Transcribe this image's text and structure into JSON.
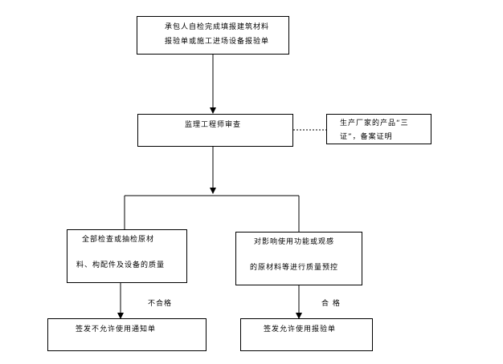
{
  "nodes": {
    "top": {
      "line1": "承包人自检完成填报建筑材料",
      "line2": "报验单或施工进场设备报验单"
    },
    "review": {
      "text": "监理工程师审查"
    },
    "side_note": {
      "line1": "生产厂家的产品“三",
      "line2": "证”，备案证明"
    },
    "left_check": {
      "line1": "全部检查或抽检原材",
      "line2": "料、构配件及设备的质量"
    },
    "right_check": {
      "line1": "对影响使用功能或观感",
      "line2": "的原材料等进行质量预控"
    },
    "left_result": {
      "text": "签发不允许使用通知单"
    },
    "right_result": {
      "text": "签发允许使用报验单"
    }
  },
  "edge_labels": {
    "fail": "不合格",
    "pass": "合 格"
  }
}
